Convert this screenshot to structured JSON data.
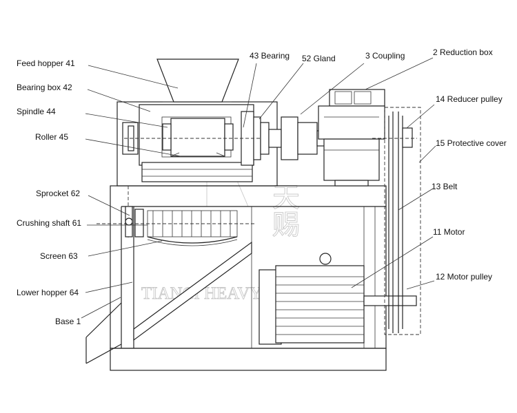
{
  "labels": [
    {
      "id": "feed-hopper",
      "text": "Feed hopper  41"
    },
    {
      "id": "bearing-box",
      "text": "Bearing box  42"
    },
    {
      "id": "spindle",
      "text": "Spindle  44"
    },
    {
      "id": "roller",
      "text": "Roller  45"
    },
    {
      "id": "sprocket",
      "text": "Sprocket  62"
    },
    {
      "id": "crushing-shaft",
      "text": "Crushing shaft  61"
    },
    {
      "id": "screen",
      "text": "Screen  63"
    },
    {
      "id": "lower-hopper",
      "text": "Lower hopper  64"
    },
    {
      "id": "base",
      "text": "Base  1"
    },
    {
      "id": "bearing",
      "text": "43  Bearing"
    },
    {
      "id": "gland",
      "text": "52  Gland"
    },
    {
      "id": "coupling",
      "text": "3  Coupling"
    },
    {
      "id": "reduction-box",
      "text": "2  Reduction box"
    },
    {
      "id": "reducer-pulley",
      "text": "14  Reducer pulley"
    },
    {
      "id": "protective-cover",
      "text": "15  Protective cover"
    },
    {
      "id": "belt",
      "text": "13  Belt"
    },
    {
      "id": "motor",
      "text": "11  Motor"
    },
    {
      "id": "motor-pulley",
      "text": "12  Motor pulley"
    }
  ],
  "watermark": {
    "text": "TIANCI HEAVY INDUSTRY",
    "glyph_top": "天",
    "glyph_bottom": "赐"
  },
  "icons": [
    "sprocket-icon",
    "pulley-icon",
    "motor-icon",
    "reducer-icon"
  ]
}
